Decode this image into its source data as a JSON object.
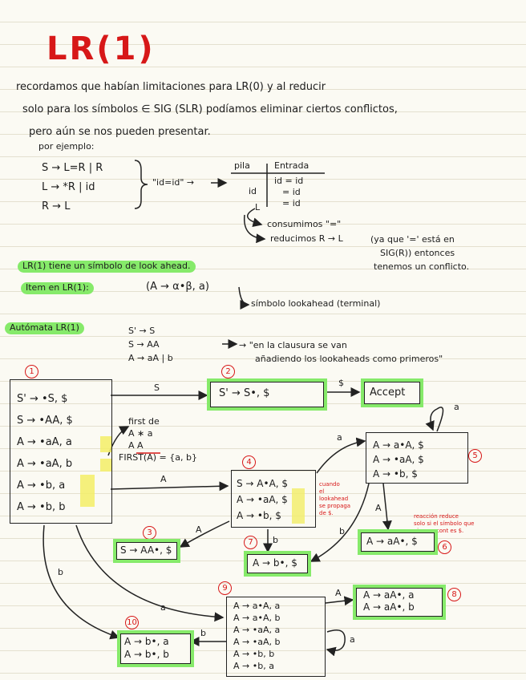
{
  "title": "LR(1)",
  "intro": [
    "recordamos que habían limitaciones para LR(0) y al reducir",
    "solo para los símbolos ∈ SIG (SLR) podíamos eliminar ciertos conflictos,",
    "pero aún se nos pueden presentar."
  ],
  "example": {
    "label": "por ejemplo:",
    "grammar": [
      "S → L=R | R",
      "L → *R | id",
      "R → L"
    ],
    "input": "\"id=id\" →",
    "table_headers": [
      "pila",
      "Entrada"
    ],
    "pila": [
      "id",
      "L"
    ],
    "entrada": [
      "id = id",
      "= id",
      "= id"
    ],
    "step1": "consumimos \"=\"",
    "step2": "reducimos R → L",
    "explanation": [
      "(ya que '=' está en",
      "SIG(R)) entonces",
      "tenemos un conflicto."
    ]
  },
  "notes": {
    "lookahead": "LR(1) tiene un símbolo de look ahead.",
    "item_label": "Item en LR(1):",
    "item_form": "(A → α•β, a)",
    "item_note": "símbolo lookahead (terminal)"
  },
  "automaton": {
    "label": "Autómata LR(1)",
    "grammar": [
      "S' → S",
      "S → AA",
      "A → aA | b"
    ],
    "closure_note": [
      "→ \"en la clausura se van",
      "añadiendo los lookaheads como primeros\""
    ]
  },
  "states": {
    "s1": {
      "num": "1",
      "items": [
        "S' → •S, $",
        "S → •AA, $",
        "A → •aA, a",
        "A → •aA, b",
        "A → •b, a",
        "A → •b, b"
      ]
    },
    "s2": {
      "num": "2",
      "items": [
        "S' → S•, $"
      ]
    },
    "accept": "Accept",
    "s3": {
      "num": "3",
      "items": [
        "S → AA•, $"
      ]
    },
    "s4": {
      "num": "4",
      "items": [
        "S → A•A, $",
        "A → •aA, $",
        "A → •b, $"
      ]
    },
    "s5": {
      "num": "5",
      "items": [
        "A → a•A, $",
        "A → •aA, $",
        "A → •b, $"
      ]
    },
    "s6": {
      "num": "6",
      "items": [
        "A → aA•, $"
      ]
    },
    "s7": {
      "num": "7",
      "items": [
        "A → b•, $"
      ]
    },
    "s8": {
      "num": "8",
      "items": [
        "A → aA•, a",
        "A → aA•, b"
      ]
    },
    "s9": {
      "num": "9",
      "items": [
        "A → a•A, a",
        "A → a•A, b",
        "A → •aA, a",
        "A → •aA, b",
        "A → •b, b",
        "A → •b, a"
      ]
    },
    "s10": {
      "num": "10",
      "items": [
        "A → b•, a",
        "A → b•, b"
      ]
    }
  },
  "first_note": [
    "first de",
    "A ∗ a",
    "A A",
    "FIRST(A) = {a, b}"
  ],
  "red_notes": {
    "n4": [
      "cuando",
      "el",
      "lookahead",
      "se propaga",
      "de $."
    ],
    "n6": [
      "reacción reduce",
      "solo si el símbolo que",
      "viene a cont es $."
    ]
  },
  "edges": {
    "S": "S",
    "dollar": "$",
    "A": "A",
    "a": "a",
    "b": "b"
  },
  "colors": {
    "highlight": "#86ea6a",
    "red": "#d71818",
    "yellow": "#f3ed66"
  }
}
